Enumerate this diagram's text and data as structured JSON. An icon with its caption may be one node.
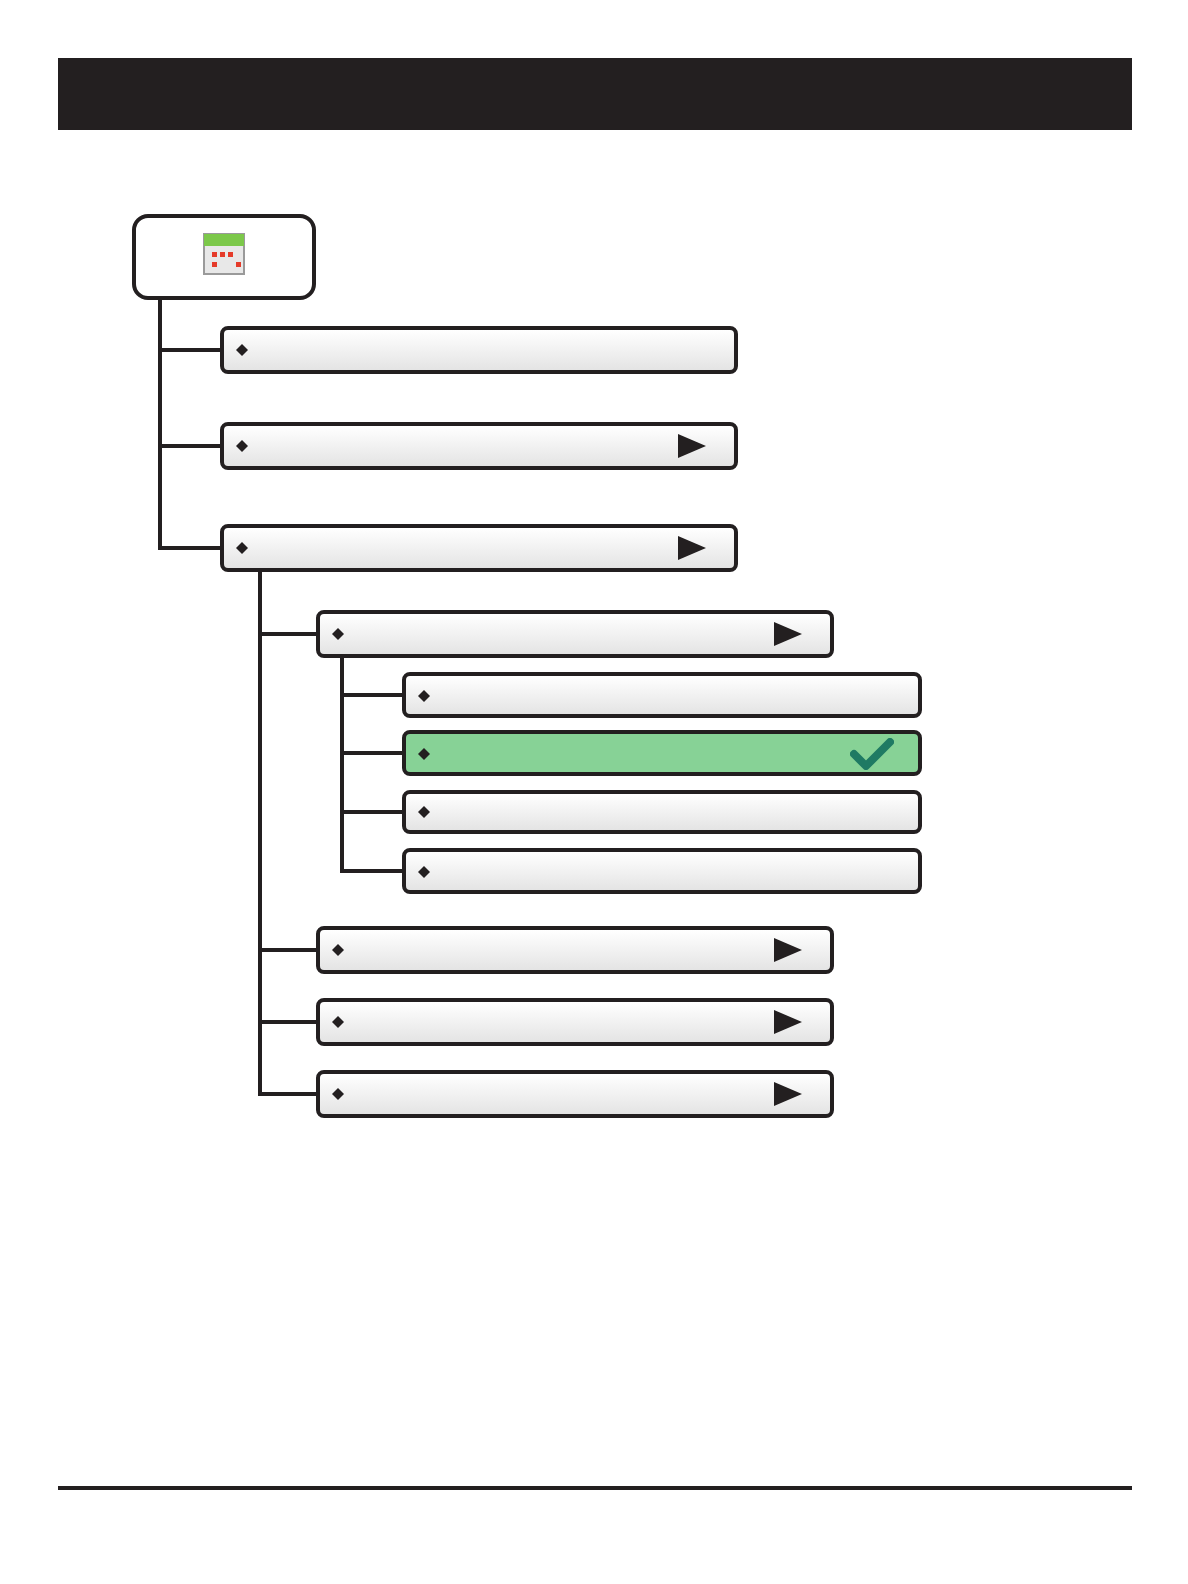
{
  "diagram": {
    "nodes": [
      {
        "text": [],
        "shape": "box"
      },
      {
        "text": [],
        "shape": "box"
      },
      {
        "text": [],
        "shape": "box"
      },
      {
        "text": [],
        "shape": "box"
      },
      {
        "text": [],
        "shape": "box"
      },
      {
        "text": [],
        "shape": "box"
      },
      {
        "text": [],
        "shape": "box"
      },
      {
        "text": [],
        "shape": "box"
      },
      {
        "text": [],
        "shape": "box"
      },
      {
        "text": [],
        "shape": "box"
      },
      {
        "text": [],
        "shape": "box"
      },
      {
        "text": [],
        "shape": "box"
      }
    ],
    "edges": [
      {
        "from": 0,
        "to": 1,
        "arrow": "none"
      },
      {
        "from": 0,
        "to": 2,
        "arrow": "none"
      },
      {
        "from": 0,
        "to": 3,
        "arrow": "none"
      },
      {
        "from": 3,
        "to": 4,
        "arrow": "none"
      },
      {
        "from": 4,
        "to": 5,
        "arrow": "none"
      },
      {
        "from": 4,
        "to": 6,
        "arrow": "none"
      },
      {
        "from": 4,
        "to": 7,
        "arrow": "none"
      },
      {
        "from": 4,
        "to": 8,
        "arrow": "none"
      },
      {
        "from": 3,
        "to": 9,
        "arrow": "none"
      },
      {
        "from": 3,
        "to": 10,
        "arrow": "none"
      },
      {
        "from": 3,
        "to": 11,
        "arrow": "none"
      }
    ]
  }
}
